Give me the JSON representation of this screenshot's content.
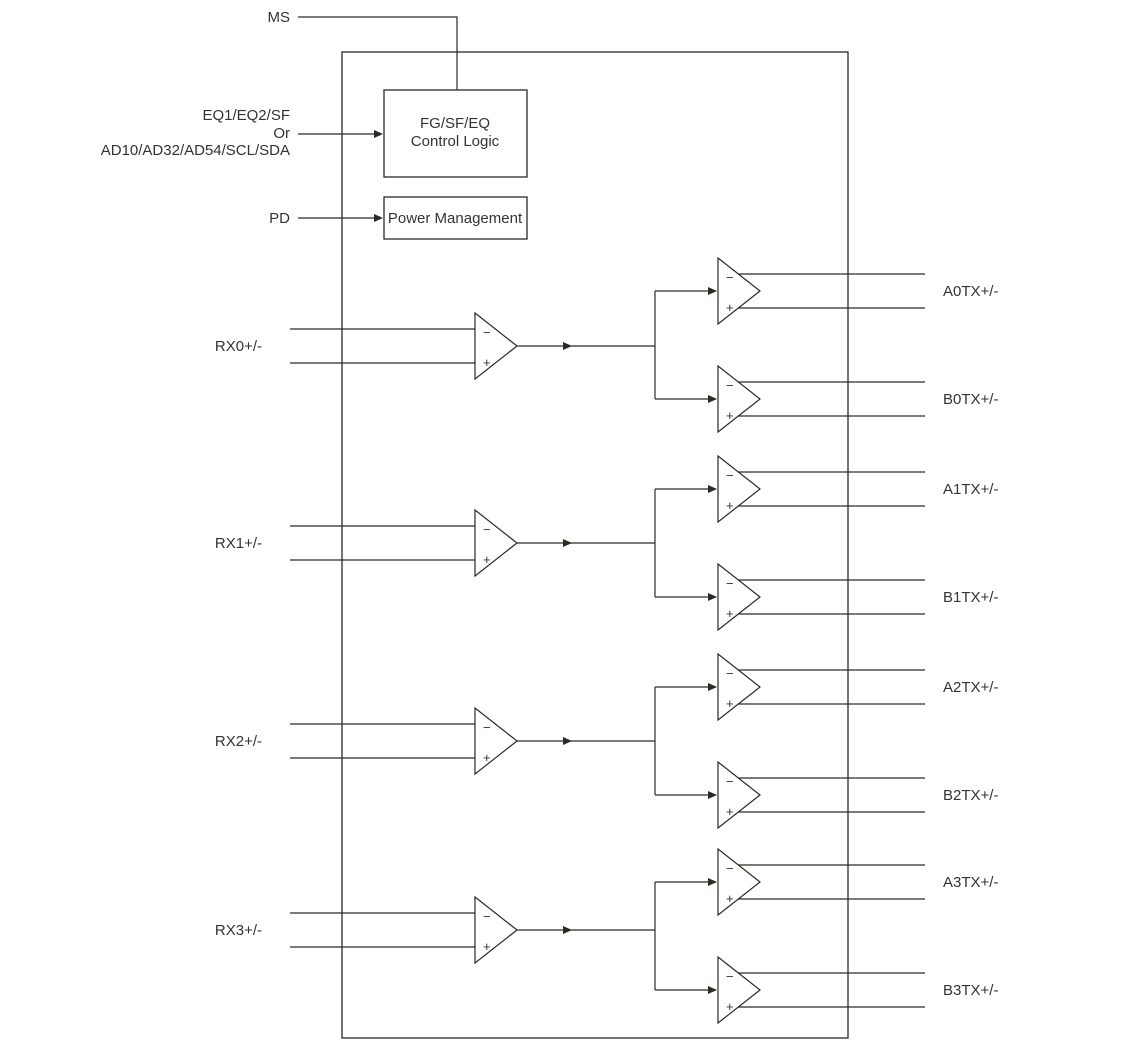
{
  "diagram": {
    "ms_label": "MS",
    "eq_input": {
      "line1": "EQ1/EQ2/SF",
      "line2": "Or",
      "line3": "AD10/AD32/AD54/SCL/SDA"
    },
    "control_logic_box": {
      "line1": "FG/SF/EQ",
      "line2": "Control Logic"
    },
    "pd_label": "PD",
    "power_box_label": "Power Management",
    "signs": {
      "minus": "−",
      "plus": "+"
    },
    "channels": [
      {
        "rx_label": "RX0+/-",
        "a_tx_label": "A0TX+/-",
        "b_tx_label": "B0TX+/-"
      },
      {
        "rx_label": "RX1+/-",
        "a_tx_label": "A1TX+/-",
        "b_tx_label": "B1TX+/-"
      },
      {
        "rx_label": "RX2+/-",
        "a_tx_label": "A2TX+/-",
        "b_tx_label": "B2TX+/-"
      },
      {
        "rx_label": "RX3+/-",
        "a_tx_label": "A3TX+/-",
        "b_tx_label": "B3TX+/-"
      }
    ],
    "colors": {
      "line": "#2d2a26",
      "text": "#333333",
      "background": "#ffffff"
    }
  }
}
